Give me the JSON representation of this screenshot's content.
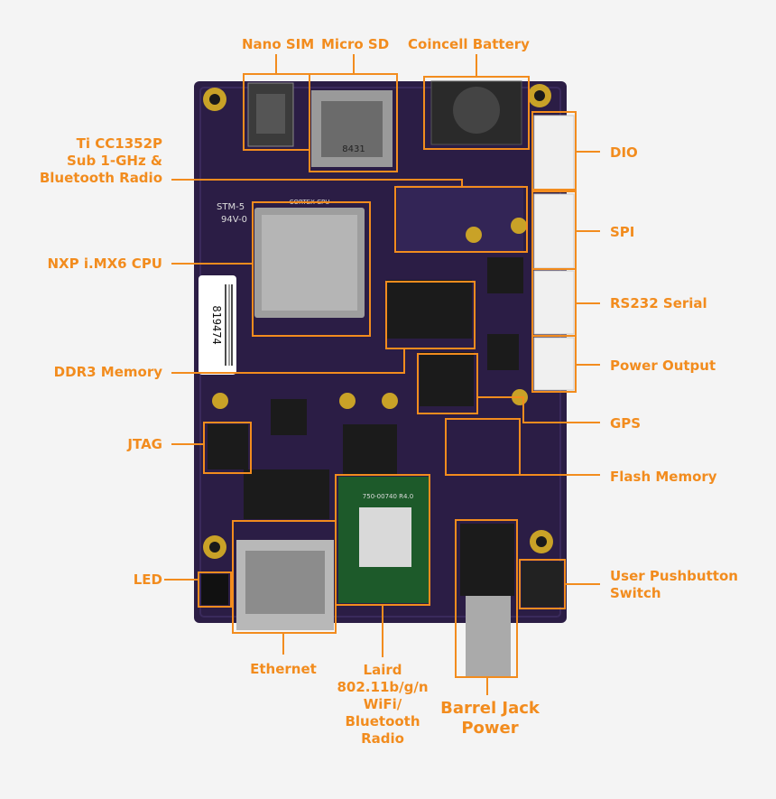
{
  "labels": {
    "nano_sim": "Nano SIM",
    "micro_sd": "Micro SD",
    "coincell": "Coincell Battery",
    "ti_radio": "Ti CC1352P\nSub 1-GHz &\nBluetooth Radio",
    "cpu": "NXP i.MX6 CPU",
    "ddr3": "DDR3 Memory",
    "jtag": "JTAG",
    "led": "LED",
    "ethernet": "Ethernet",
    "laird": "Laird\n802.11b/g/n\nWiFi/\nBluetooth\nRadio",
    "barrel": "Barrel Jack\nPower",
    "dio": "DIO",
    "spi": "SPI",
    "rs232": "RS232 Serial",
    "power_out": "Power Output",
    "gps": "GPS",
    "flash": "Flash Memory",
    "pushbutton": "User Pushbutton\nSwitch"
  },
  "board_text": {
    "sticker": "819474",
    "cpu_marking": "CORTEX CPU",
    "sd_marking": "8431",
    "stm": "STM-5",
    "v0": "94V-0",
    "module": "750-00740 R4.0"
  },
  "colors": {
    "accent": "#f28c1e",
    "board": "#2b1d45",
    "gold": "#c9a227"
  }
}
